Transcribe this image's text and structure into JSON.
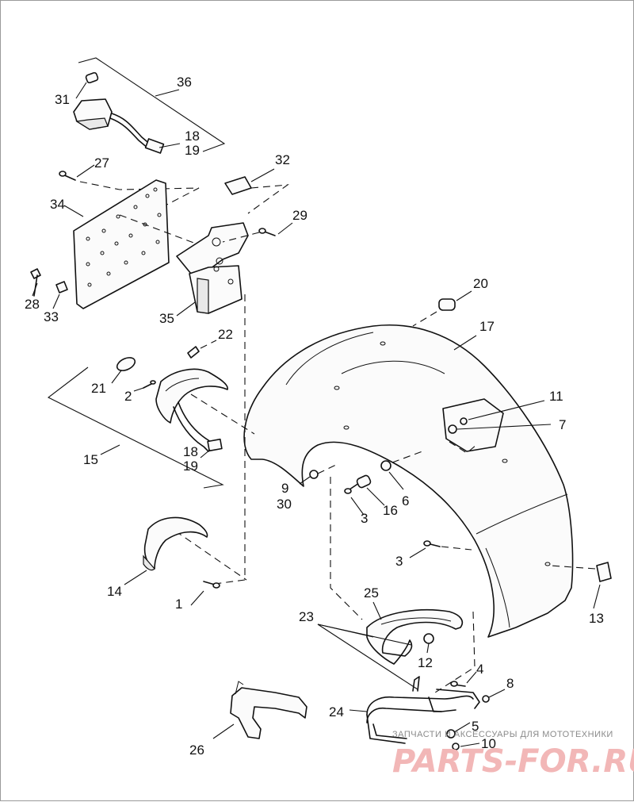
{
  "callouts": [
    {
      "id": "c36",
      "text": "36"
    },
    {
      "id": "c31",
      "text": "31"
    },
    {
      "id": "c18a",
      "text": "18"
    },
    {
      "id": "c19a",
      "text": "19"
    },
    {
      "id": "c27",
      "text": "27"
    },
    {
      "id": "c32",
      "text": "32"
    },
    {
      "id": "c34",
      "text": "34"
    },
    {
      "id": "c29",
      "text": "29"
    },
    {
      "id": "c28",
      "text": "28"
    },
    {
      "id": "c33",
      "text": "33"
    },
    {
      "id": "c35",
      "text": "35"
    },
    {
      "id": "c20",
      "text": "20"
    },
    {
      "id": "c17",
      "text": "17"
    },
    {
      "id": "c22",
      "text": "22"
    },
    {
      "id": "c21",
      "text": "21"
    },
    {
      "id": "c2",
      "text": "2"
    },
    {
      "id": "c11",
      "text": "11"
    },
    {
      "id": "c7",
      "text": "7"
    },
    {
      "id": "c15",
      "text": "15"
    },
    {
      "id": "c18b",
      "text": "18"
    },
    {
      "id": "c19b",
      "text": "19"
    },
    {
      "id": "c9",
      "text": "9"
    },
    {
      "id": "c30",
      "text": "30"
    },
    {
      "id": "c3a",
      "text": "3"
    },
    {
      "id": "c16",
      "text": "16"
    },
    {
      "id": "c6",
      "text": "6"
    },
    {
      "id": "c3b",
      "text": "3"
    },
    {
      "id": "c14",
      "text": "14"
    },
    {
      "id": "c1",
      "text": "1"
    },
    {
      "id": "c25",
      "text": "25"
    },
    {
      "id": "c13",
      "text": "13"
    },
    {
      "id": "c23",
      "text": "23"
    },
    {
      "id": "c12",
      "text": "12"
    },
    {
      "id": "c4",
      "text": "4"
    },
    {
      "id": "c8",
      "text": "8"
    },
    {
      "id": "c24",
      "text": "24"
    },
    {
      "id": "c5",
      "text": "5"
    },
    {
      "id": "c10",
      "text": "10"
    },
    {
      "id": "c26",
      "text": "26"
    }
  ],
  "watermark": {
    "caption": "ЗАПЧАСТИ И АКСЕССУАРЫ ДЛЯ МОТОТЕХНИКИ",
    "brand": "PARTS-FOR.RU"
  },
  "colors": {
    "line": "#111111",
    "watermark_brand": "#f2b7b7",
    "watermark_caption": "#8a8a8a",
    "border": "#9a9a9a"
  }
}
